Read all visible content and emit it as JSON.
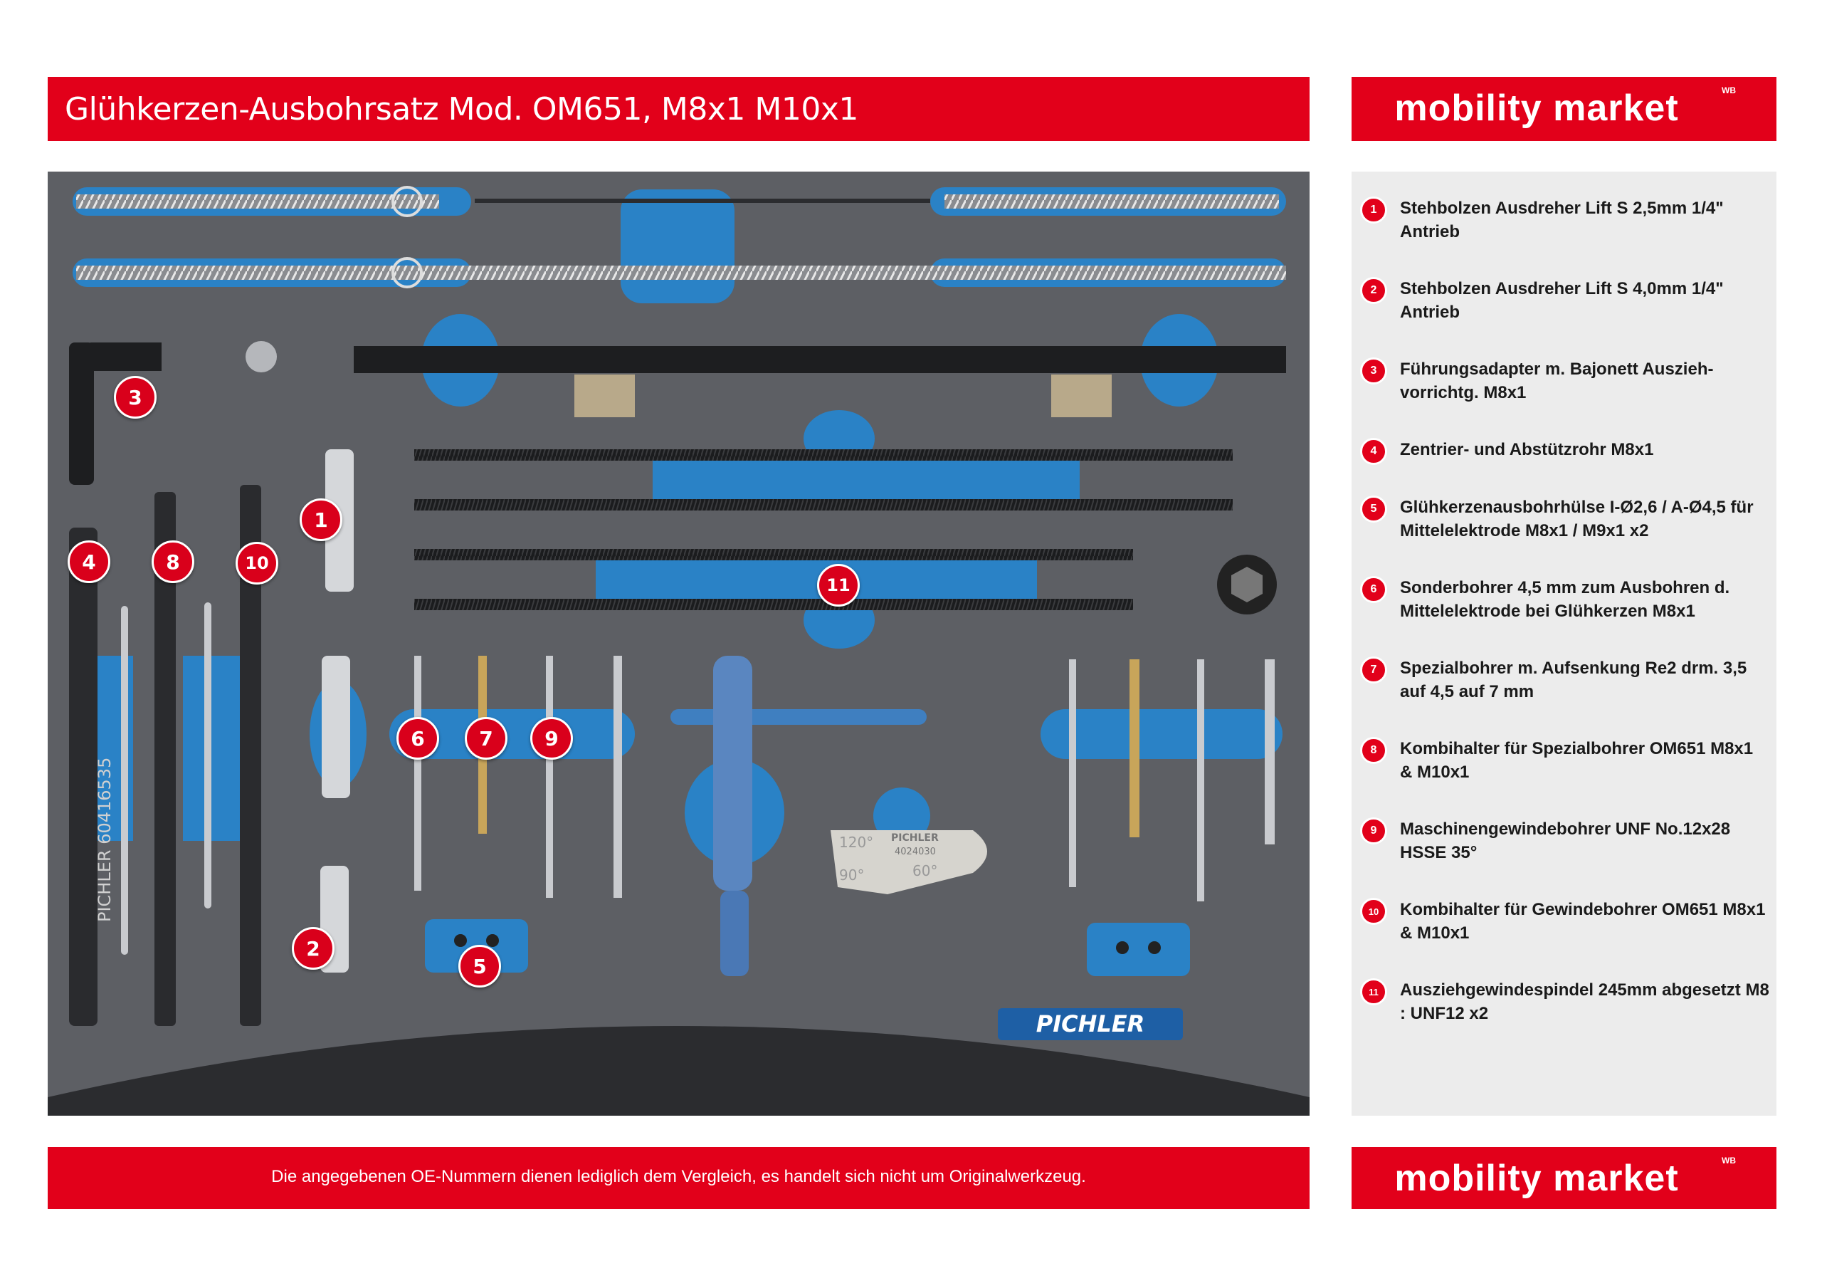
{
  "header": {
    "title": "Glühkerzen-Ausbohrsatz Mod. OM651, M8x1 M10x1"
  },
  "brand": {
    "logo_text": "mobility market",
    "logo_mark": "WB",
    "color": "#e2001a"
  },
  "photo": {
    "markers": [
      "1",
      "2",
      "3",
      "4",
      "5",
      "6",
      "7",
      "8",
      "9",
      "10",
      "11"
    ],
    "imprints": {
      "brand_badge": "PICHLER",
      "tube_label": "PICHLER 60416535",
      "gauge_brand": "PICHLER",
      "gauge_number": "4024030",
      "gauge_120": "120°",
      "gauge_90": "90°",
      "gauge_60": "60°"
    }
  },
  "legend": {
    "items": [
      {
        "num": "1",
        "text": "Stehbolzen Ausdreher Lift S 2,5mm 1/4\" Antrieb"
      },
      {
        "num": "2",
        "text": "Stehbolzen Ausdreher Lift S 4,0mm 1/4\" Antrieb"
      },
      {
        "num": "3",
        "text": "Führungsadapter m. Bajonett Auszieh-vorrichtg. M8x1"
      },
      {
        "num": "4",
        "text": "Zentrier- und Abstützrohr M8x1"
      },
      {
        "num": "5",
        "text": "Glühkerzenausbohrhülse I-Ø2,6 / A-Ø4,5 für Mittelelektrode M8x1 / M9x1 x2"
      },
      {
        "num": "6",
        "text": "Sonderbohrer 4,5 mm zum Ausbohren d. Mittelelektrode bei Glühkerzen M8x1"
      },
      {
        "num": "7",
        "text": "Spezialbohrer m. Aufsenkung Re2 drm. 3,5 auf 4,5 auf 7 mm"
      },
      {
        "num": "8",
        "text": "Kombihalter für Spezialbohrer OM651 M8x1 & M10x1"
      },
      {
        "num": "9",
        "text": "Maschinengewindebohrer UNF No.12x28 HSSE 35°"
      },
      {
        "num": "10",
        "text": "Kombihalter für Gewindebohrer OM651 M8x1 & M10x1"
      },
      {
        "num": "11",
        "text": "Ausziehgewindespindel 245mm abgesetzt M8 : UNF12 x2"
      }
    ]
  },
  "footer": {
    "disclaimer": "Die angegebenen OE-Nummern dienen lediglich dem Vergleich, es handelt sich nicht um Originalwerkzeug."
  }
}
